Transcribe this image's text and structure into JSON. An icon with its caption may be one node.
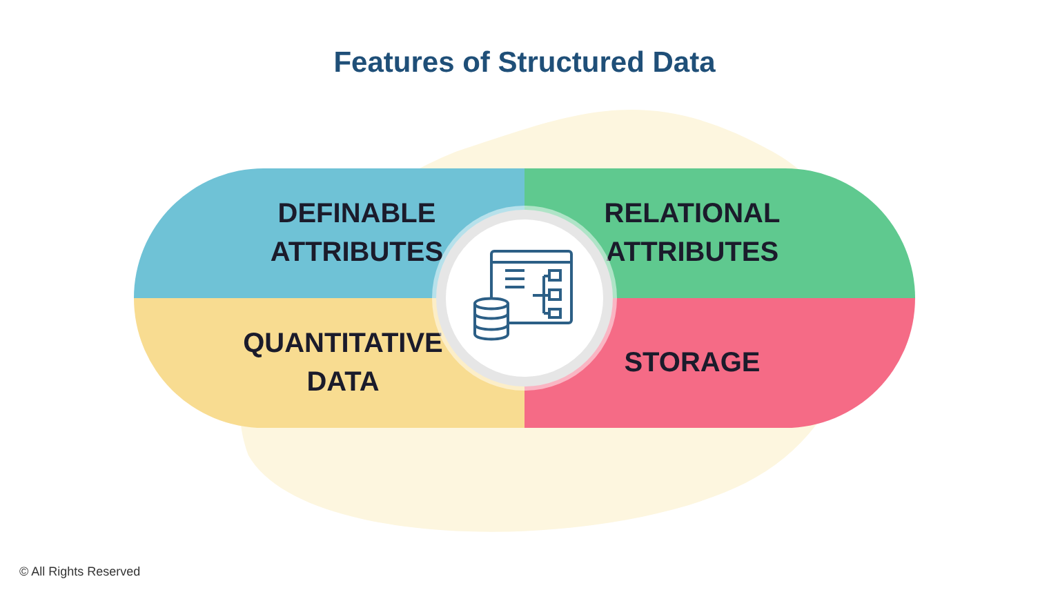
{
  "diagram": {
    "title": "Features of Structured Data",
    "nodes": [
      {
        "text": [
          "DEFINABLE ATTRIBUTES"
        ]
      },
      {
        "text": [
          "RELATIONAL ATTRIBUTES"
        ]
      },
      {
        "text": [
          "QUANTITATIVE DATA"
        ]
      },
      {
        "text": [
          "STORAGE"
        ]
      }
    ],
    "labels": [
      "© All Rights Reserved"
    ]
  }
}
